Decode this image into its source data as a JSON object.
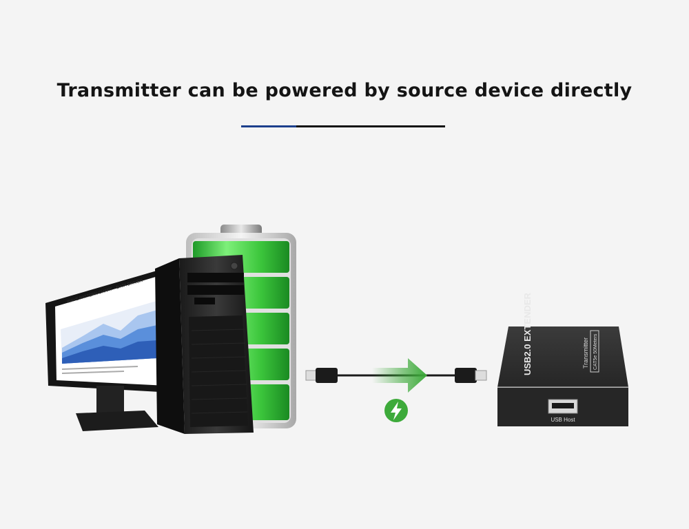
{
  "heading": "Transmitter can be powered by source device directly",
  "device": {
    "name": "USB2.0 EXTENDER",
    "role": "Transmitter",
    "spec": "CAT5e 50Meters",
    "port_label": "USB Host"
  },
  "screen": {
    "chart_caption": "WAVE PATTERN CHART – DATA DRIVEN"
  },
  "colors": {
    "accent_blue": "#1c3f8c",
    "battery_green": "#3cc63c",
    "arrow_green": "#3daa3a",
    "device_body": "#2a2a2a"
  },
  "icons": {
    "power": "lightning-bolt-icon"
  }
}
